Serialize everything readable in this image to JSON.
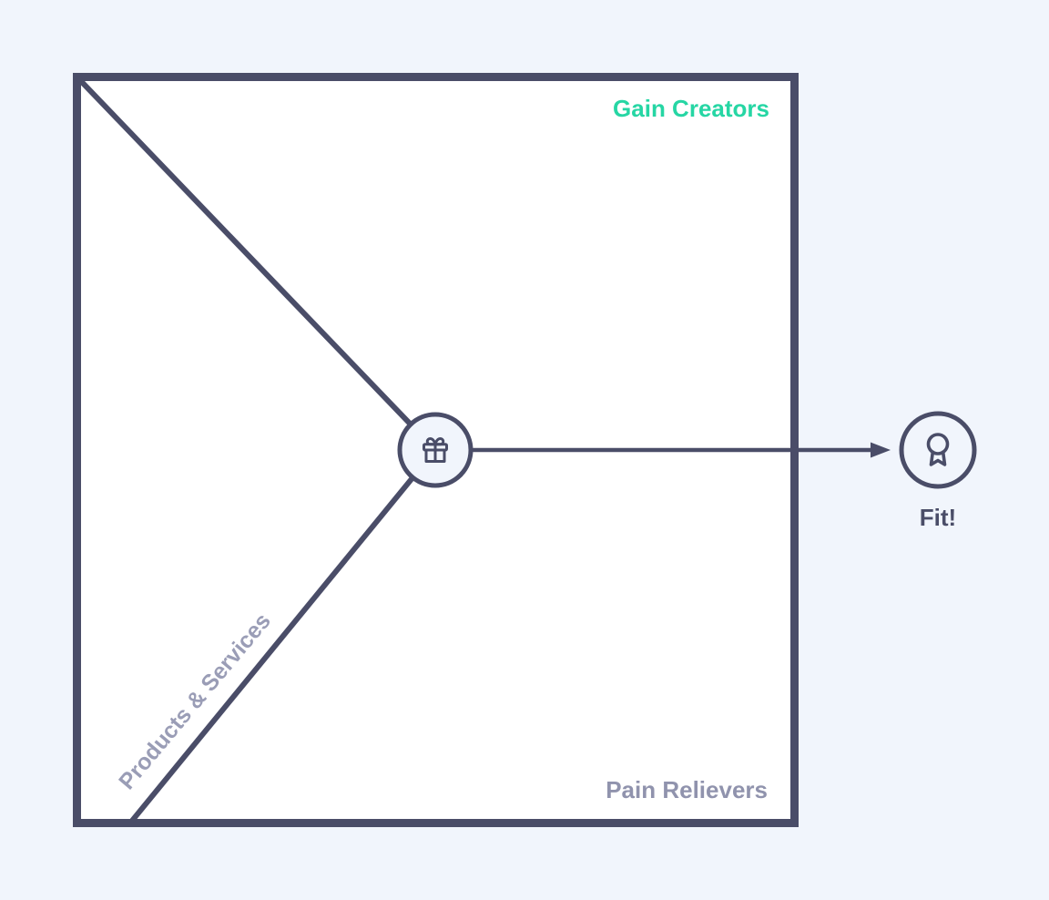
{
  "colors": {
    "page_bg": "#F1F5FC",
    "panel_bg": "#FFFFFF",
    "primary": "#4A4D68",
    "accent": "#26D6A4",
    "label_muted": "#9093AD",
    "label_muted_light": "#9A9DB6"
  },
  "canvas": {
    "gain_creators_label": "Gain Creators",
    "pain_relievers_label": "Pain Relievers",
    "products_services_label": "Products & Services"
  },
  "fit": {
    "label": "Fit!"
  },
  "icons": {
    "center_node": "gift-icon",
    "fit_node": "award-icon"
  }
}
